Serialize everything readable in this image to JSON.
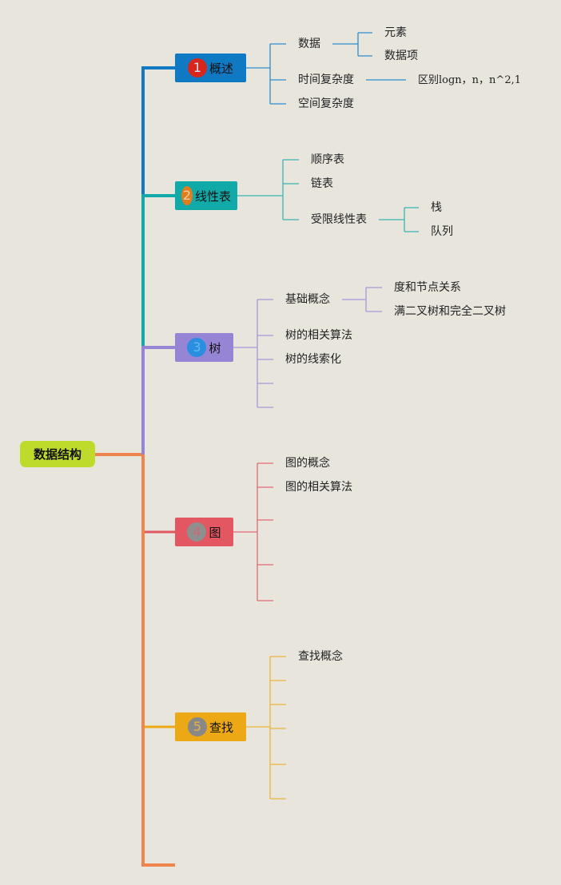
{
  "root": {
    "label": "数据结构",
    "color": "#bedb2c"
  },
  "branches": [
    {
      "num": "1",
      "label": "概述",
      "color": "#0f79c4",
      "badge_bg": "#d9261c",
      "badge_fg": "#cfe3f4",
      "children": [
        {
          "label": "数据",
          "children": [
            {
              "label": "元素"
            },
            {
              "label": "数据项"
            }
          ]
        },
        {
          "label": "时间复杂度",
          "children": [
            {
              "label": "区别logn，n，n^2,1"
            }
          ]
        },
        {
          "label": "空间复杂度"
        }
      ]
    },
    {
      "num": "2",
      "label": "线性表",
      "color": "#12aaa8",
      "badge_bg": "#e07d1c",
      "badge_fg": "#f0d0a8",
      "children": [
        {
          "label": "顺序表"
        },
        {
          "label": "链表"
        },
        {
          "label": "受限线性表",
          "children": [
            {
              "label": "栈"
            },
            {
              "label": "队列"
            }
          ]
        }
      ]
    },
    {
      "num": "3",
      "label": "树",
      "color": "#9684d4",
      "badge_bg": "#2a8fe0",
      "badge_fg": "#6ab8f0",
      "children": [
        {
          "label": "基础概念",
          "children": [
            {
              "label": "度和节点关系"
            },
            {
              "label": "满二叉树和完全二叉树"
            }
          ]
        },
        {
          "label": "树的相关算法"
        },
        {
          "label": "树的线索化"
        },
        {
          "label": ""
        },
        {
          "label": ""
        }
      ]
    },
    {
      "num": "4",
      "label": "图",
      "color": "#e25761",
      "badge_bg": "#8f8f8f",
      "badge_fg": "#cc6a70",
      "children": [
        {
          "label": "图的概念"
        },
        {
          "label": "图的相关算法"
        },
        {
          "label": ""
        },
        {
          "label": ""
        },
        {
          "label": ""
        }
      ]
    },
    {
      "num": "5",
      "label": "查找",
      "color": "#eca915",
      "badge_bg": "#888888",
      "badge_fg": "#e6b04a",
      "children": [
        {
          "label": "查找概念"
        },
        {
          "label": ""
        },
        {
          "label": ""
        },
        {
          "label": ""
        },
        {
          "label": ""
        },
        {
          "label": ""
        }
      ]
    }
  ],
  "trunk_color": "#f0844e"
}
